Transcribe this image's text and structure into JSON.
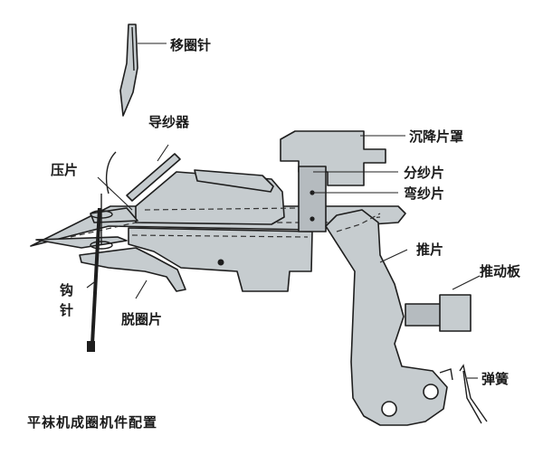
{
  "labels": {
    "transfer_needle": "移圈针",
    "yarn_guide": "导纱器",
    "sinker_cover": "沉降片罩",
    "press_plate": "压片",
    "dividing_sinker": "分纱片",
    "bending_sinker": "弯纱片",
    "pusher": "推片",
    "pusher_board": "推动板",
    "latch_needle_1": "钩",
    "latch_needle_2": "针",
    "knockover_sinker": "脱圈片",
    "spring": "弹簧"
  },
  "caption": "平袜机成圈机件配置"
}
